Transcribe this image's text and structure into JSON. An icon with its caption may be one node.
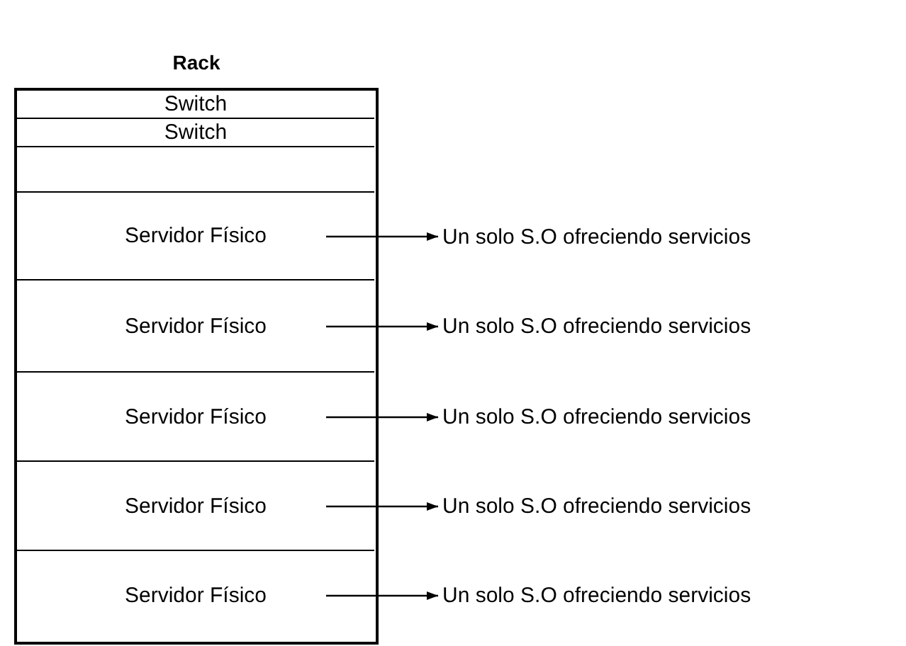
{
  "diagram": {
    "nodes": [
      {
        "text": [
          "Rack"
        ]
      },
      {
        "text": [
          "Switch"
        ],
        "in": 0
      },
      {
        "text": [
          "Switch"
        ],
        "in": 0
      },
      {
        "text": [],
        "shape": "box",
        "in": 0
      },
      {
        "text": [
          "Servidor Físico"
        ],
        "in": 0
      },
      {
        "text": [
          "Servidor Físico"
        ],
        "in": 0
      },
      {
        "text": [
          "Servidor Físico"
        ],
        "in": 0
      },
      {
        "text": [
          "Servidor Físico"
        ],
        "in": 0
      },
      {
        "text": [
          "Servidor Físico"
        ],
        "in": 0
      },
      {
        "text": [
          "Un solo S.O ofreciendo servicios"
        ]
      },
      {
        "text": [
          "Un solo S.O ofreciendo servicios"
        ]
      },
      {
        "text": [
          "Un solo S.O ofreciendo servicios"
        ]
      },
      {
        "text": [
          "Un solo S.O ofreciendo servicios"
        ]
      },
      {
        "text": [
          "Un solo S.O ofreciendo servicios"
        ]
      }
    ],
    "edges": [
      {
        "from": 4,
        "to": 9,
        "arrow": "to"
      },
      {
        "from": 5,
        "to": 10,
        "arrow": "to"
      },
      {
        "from": 6,
        "to": 11,
        "arrow": "to"
      },
      {
        "from": 7,
        "to": 12,
        "arrow": "to"
      },
      {
        "from": 8,
        "to": 13,
        "arrow": "to"
      }
    ]
  }
}
